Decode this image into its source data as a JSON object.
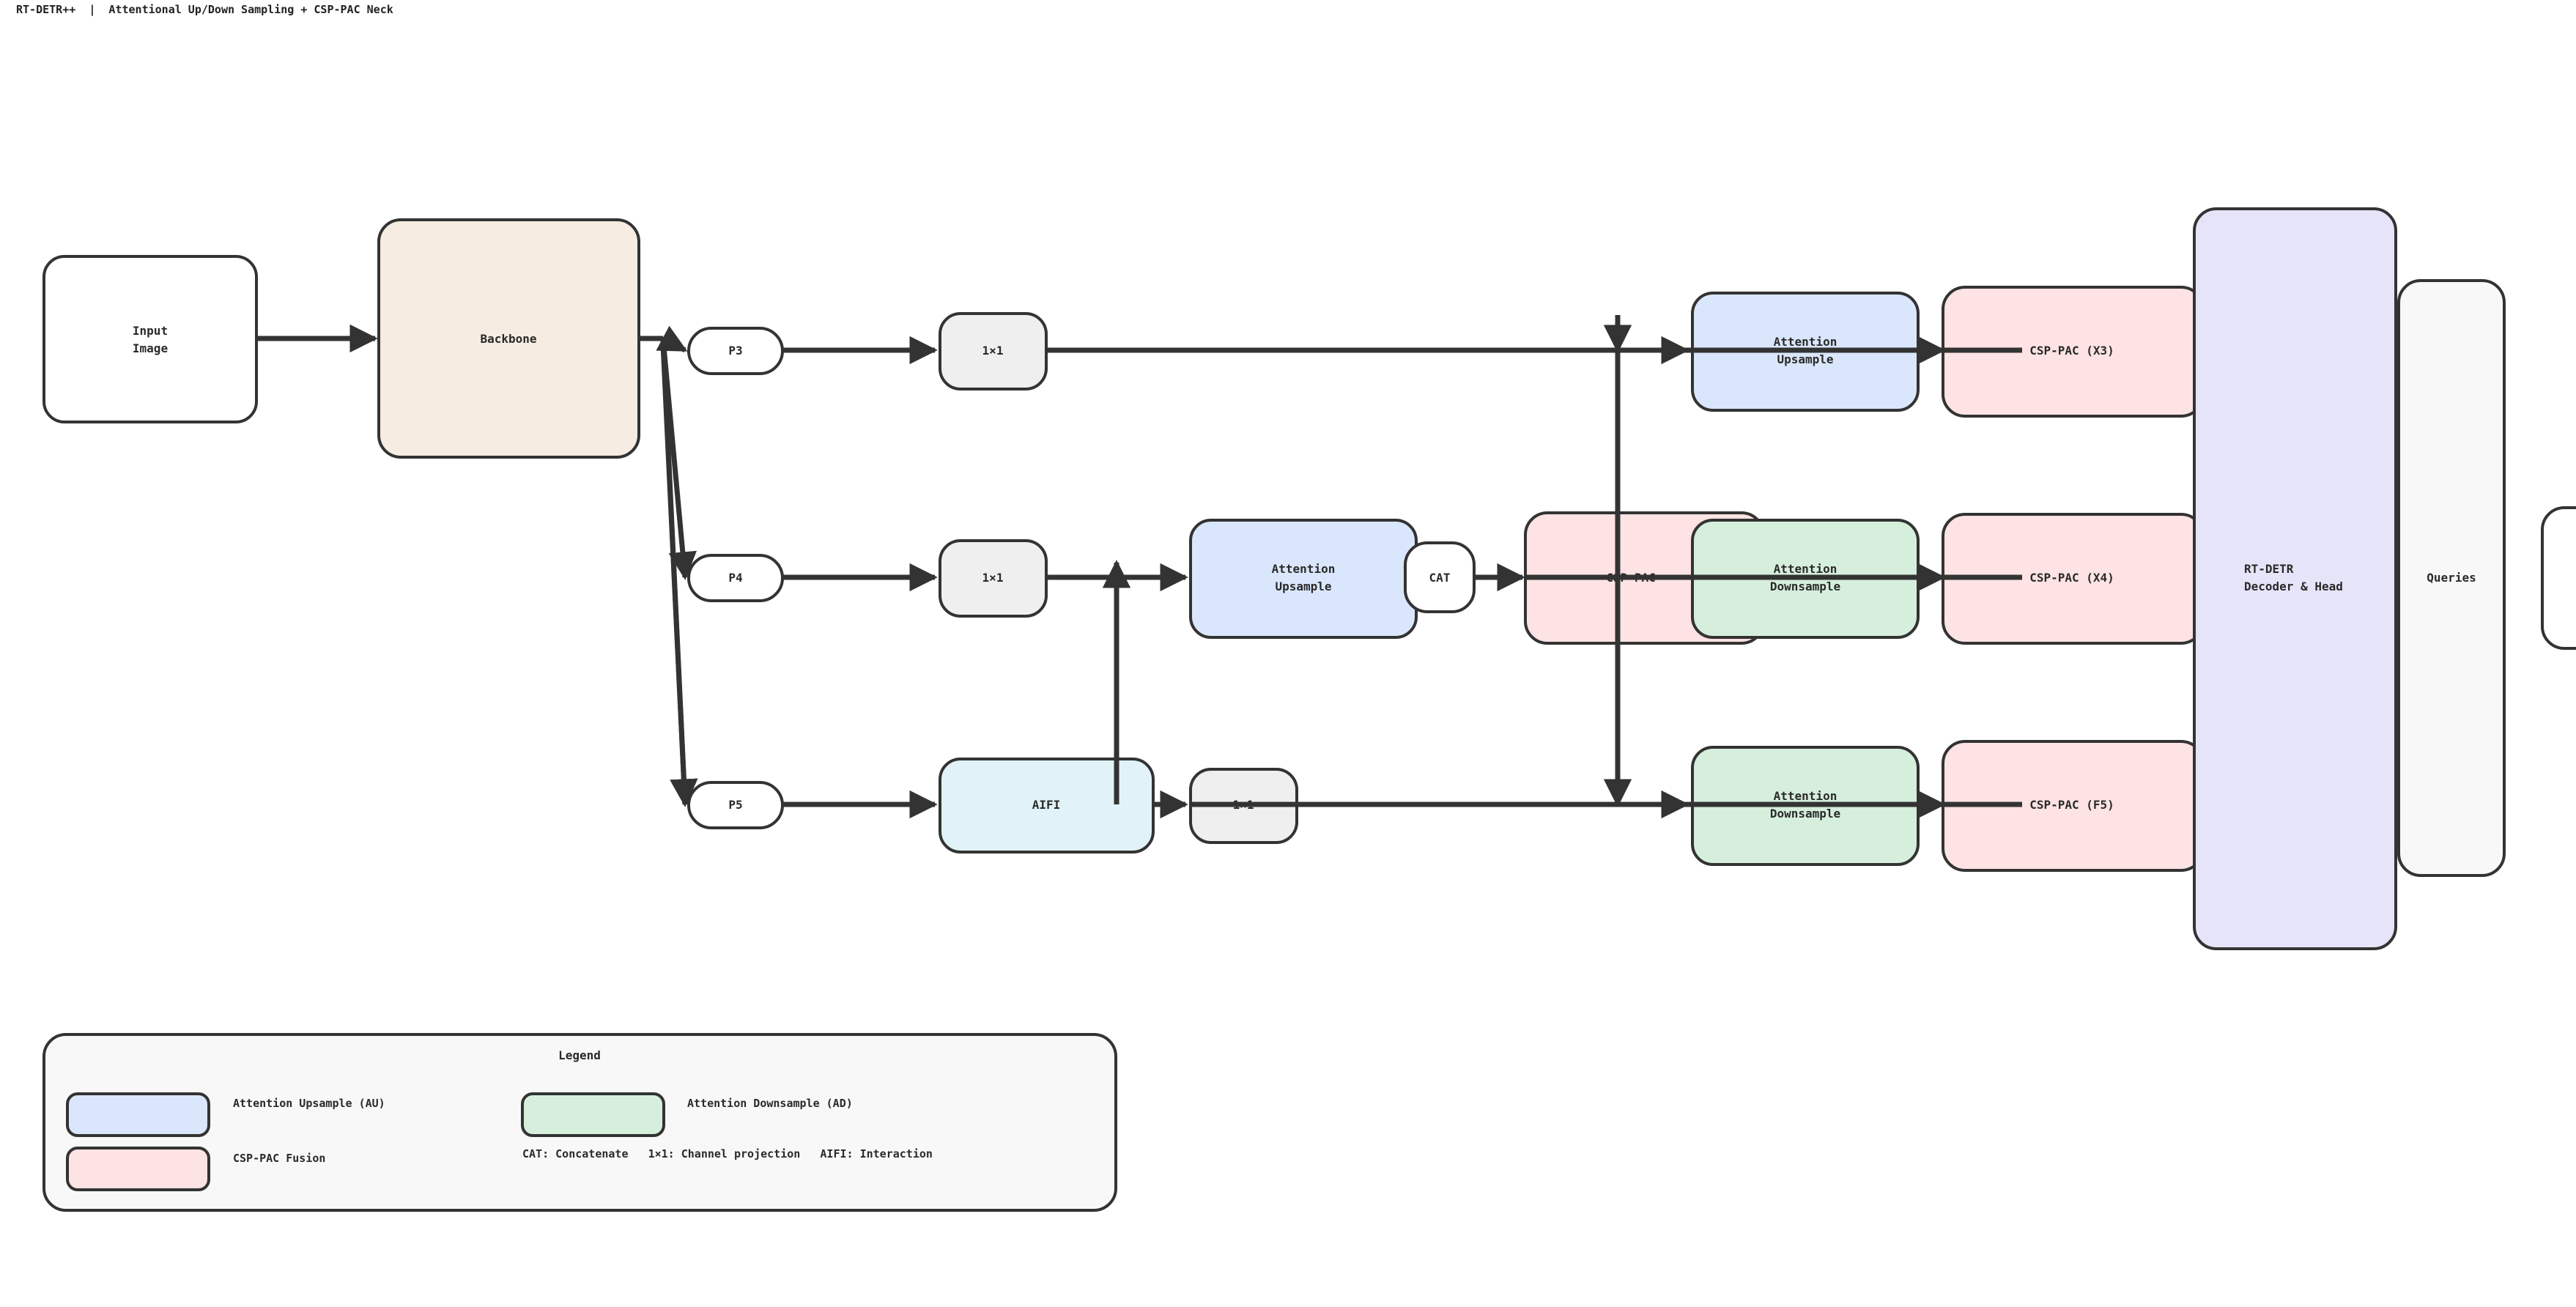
{
  "title": "RT-DETR++  |  Attentional Up/Down Sampling + CSP-PAC Neck",
  "colors": {
    "stroke": "#333333",
    "backbone": "#f6ece1",
    "attention_up": "#dae6fb",
    "attention_down": "#d6efdc",
    "csp_pac": "#fde3e3",
    "aifi": "#e1f2f8",
    "conv": "#efefef",
    "decoder": "#e6e4f8",
    "panel": "#f8f8f8",
    "white": "#ffffff"
  },
  "nodes": {
    "input": [
      "Input",
      "Image"
    ],
    "backbone": "Backbone",
    "p3": "P3",
    "p4": "P4",
    "p5": "P5",
    "conv_p3": "1×1",
    "conv_p4": "1×1",
    "aifi": "AIFI",
    "conv_aifi": "1×1",
    "au_p4": [
      "Attention",
      "Upsample"
    ],
    "cat": "CAT",
    "csp_p4_mid": "CSP-PAC",
    "au_p3": [
      "Attention",
      "Upsample"
    ],
    "ad_p4": [
      "Attention",
      "Downsample"
    ],
    "ad_p5": [
      "Attention",
      "Downsample"
    ],
    "csp_x3": "CSP-PAC  (X3)",
    "csp_x4": "CSP-PAC  (X4)",
    "csp_x5": "CSP-PAC  (F5)",
    "decoder": [
      "RT-DETR",
      "Decoder & Head"
    ],
    "queries": "Queries"
  },
  "legend": {
    "title": "Legend",
    "au": "Attention Upsample (AU)",
    "ad": "Attention Downsample (AD)",
    "csp": "CSP-PAC Fusion",
    "abbrev": "CAT: Concatenate   1×1: Channel projection   AIFI: Interaction"
  }
}
